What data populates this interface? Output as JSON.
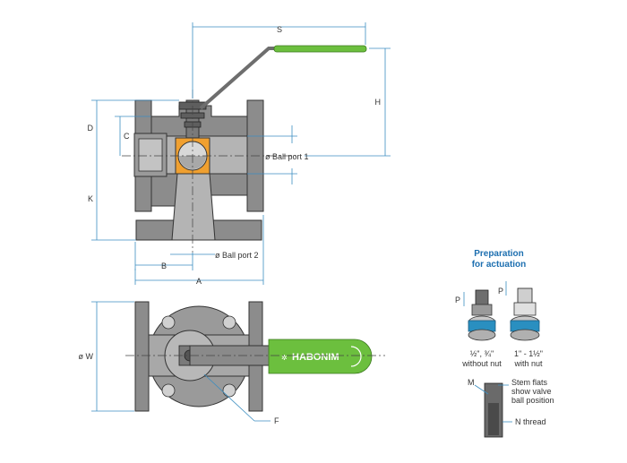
{
  "dimensions": {
    "S": "S",
    "H": "H",
    "D": "D",
    "C": "C",
    "K": "K",
    "B": "B",
    "A": "A",
    "W": "ø W",
    "F": "F",
    "P1": "P",
    "P2": "P",
    "M": "M"
  },
  "ports": {
    "port1": "ø Ball port 1",
    "port2": "ø Ball port 2"
  },
  "brand": {
    "name": "HABONIM",
    "handle_color": "#6cbf3e"
  },
  "prep": {
    "title_line1": "Preparation",
    "title_line2": "for actuation",
    "title_color": "#1d6fb0",
    "small_size": "½\", ¾\"",
    "small_desc": "without nut",
    "large_size": "1\" - 1½\"",
    "large_desc": "with nut",
    "stem_note1": "Stem flats",
    "stem_note2": "show valve",
    "stem_note3": "ball position",
    "thread": "N thread"
  }
}
